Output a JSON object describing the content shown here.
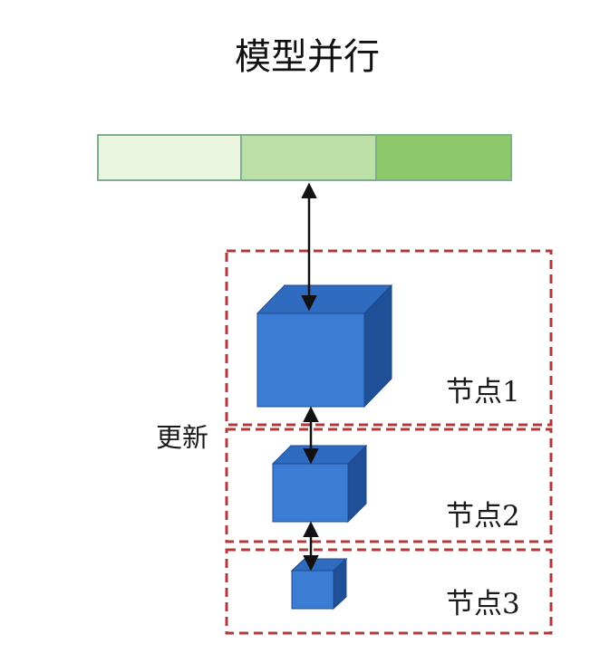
{
  "title": "模型并行",
  "update_label": "更新",
  "nodes": [
    {
      "label": "节点1"
    },
    {
      "label": "节点2"
    },
    {
      "label": "节点3"
    }
  ],
  "colors": {
    "segment_light": "#eaf4df",
    "segment_mid": "#bcdfa6",
    "segment_dark": "#8ec86c",
    "bar_border": "#7fae8f",
    "cube_front": "#3b7cd4",
    "cube_top": "#2f6cc0",
    "cube_side": "#1f4f96",
    "node_border": "#b03a3a",
    "arrow": "#111111"
  }
}
